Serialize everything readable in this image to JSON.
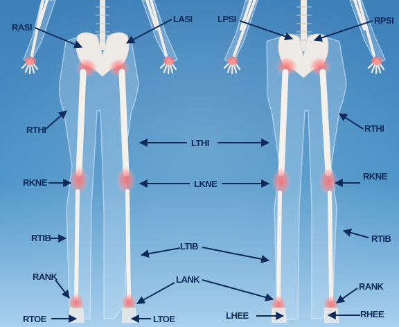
{
  "colors": {
    "background_top": "#3d7fb8",
    "background_mid": "#4d94c8",
    "background_bottom": "#a9d0ec",
    "body_outline": "#cfe6f7",
    "bone": "#f4f1ec",
    "joint_highlight": "#ff6f6f",
    "label_and_arrow": "#0d2a5a"
  },
  "markers": {
    "front_view": {
      "rasi": "RASI",
      "lasi": "LASI",
      "rthi": "RTHI",
      "rkne": "RKNE",
      "rtib": "RTIB",
      "rank": "RANK",
      "rtoe": "RTOE",
      "ltoe": "LTOE"
    },
    "shared": {
      "lthi": "LTHI",
      "lkne": "LKNE",
      "ltib": "LTIB",
      "lank": "LANK"
    },
    "back_view": {
      "lpsi": "LPSI",
      "rpsi": "RPSI",
      "rthi": "RTHI",
      "rkne": "RKNE",
      "rtib": "RTIB",
      "rank": "RANK",
      "lhee": "LHEE",
      "rhee": "RHEE"
    }
  }
}
